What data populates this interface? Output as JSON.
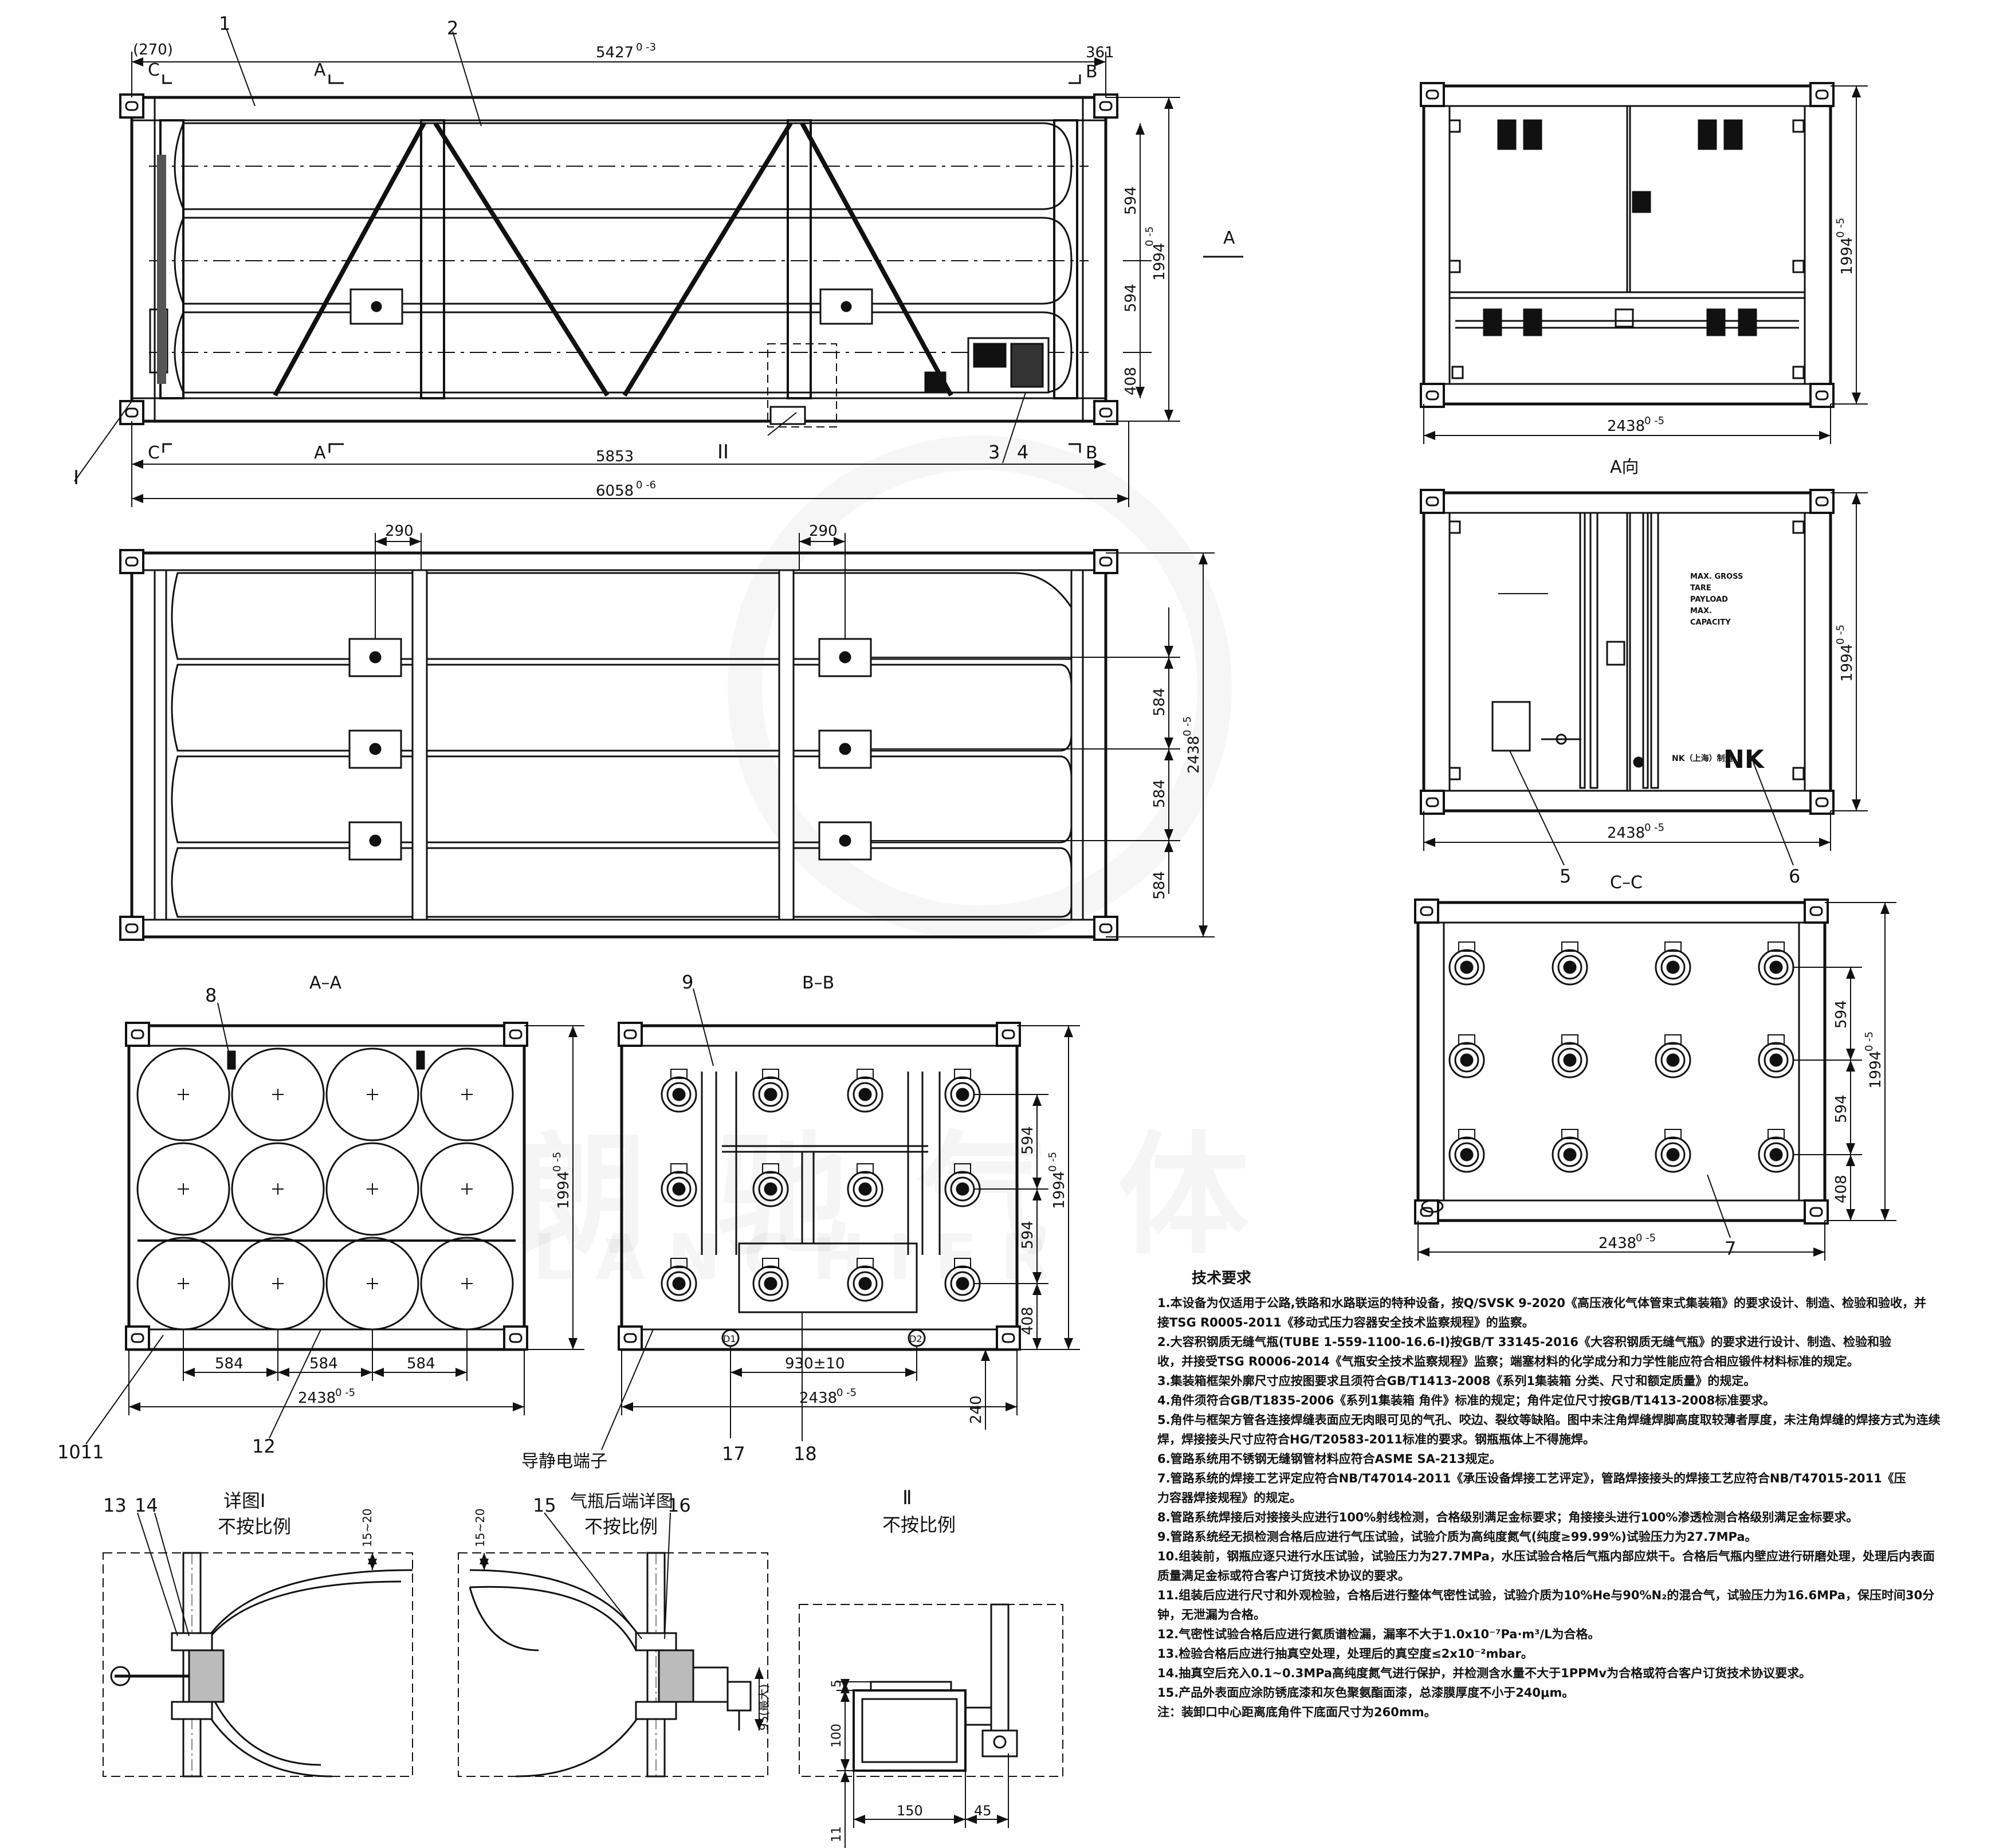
{
  "watermark": {
    "cn": "朗 驰 气 体",
    "en": "LANCHIER"
  },
  "view_top": {
    "dims": {
      "d270": "(270)",
      "d5427": "5427",
      "d5427_tol": "0 -3",
      "d361": "361",
      "d594a": "594",
      "d594b": "594",
      "d408": "408",
      "d1994": "1994",
      "d1994_tol": "0 -5",
      "d5853": "5853",
      "d6058": "6058",
      "d6058_tol": "0 -6"
    },
    "section_marks": {
      "c": "C",
      "a": "A",
      "b": "B",
      "dir_a": "A"
    },
    "balloons": {
      "b1": "1",
      "b2": "2",
      "b3": "3",
      "b4": "4",
      "bI": "I",
      "bII": "II"
    }
  },
  "view_plan": {
    "dims": {
      "d290a": "290",
      "d290b": "290",
      "d584a": "584",
      "d584b": "584",
      "d584c": "584",
      "d2438": "2438",
      "d2438_tol": "0 -5"
    }
  },
  "view_a_dir": {
    "caption": "A向",
    "dims": {
      "d1994": "1994",
      "d1994_tol": "0 -5",
      "d2438": "2438",
      "d2438_tol": "0 -5"
    }
  },
  "view_rear": {
    "plate_lines": [
      "MAX. GROSS",
      "TARE",
      "PAYLOAD",
      "MAX.",
      "CAPACITY"
    ],
    "brand": "NK",
    "maker": "NK（上海）制造",
    "dims": {
      "d1994": "1994",
      "d1994_tol": "0 -5",
      "d2438": "2438",
      "d2438_tol": "0 -5"
    },
    "balloons": {
      "b5": "5",
      "b6": "6"
    }
  },
  "view_cc": {
    "caption": "C–C",
    "dims": {
      "d594a": "594",
      "d594b": "594",
      "d408": "408",
      "d1994": "1994",
      "d1994_tol": "0 -5",
      "d2438": "2438",
      "d2438_tol": "0 -5"
    },
    "balloons": {
      "b7": "7"
    }
  },
  "view_aa": {
    "caption": "A–A",
    "dims": {
      "d584a": "584",
      "d584b": "584",
      "d584c": "584",
      "d2438": "2438",
      "d2438_tol": "0 -5",
      "d1994": "1994",
      "d1994_tol": "0 -5"
    },
    "balloons": {
      "b8": "8",
      "b1011": "1011",
      "b12": "12"
    }
  },
  "view_bb": {
    "caption": "B–B",
    "dims": {
      "d594a": "594",
      "d594b": "594",
      "d408": "408",
      "d1994": "1994",
      "d1994_tol": "0 -5",
      "d930": "930±10",
      "d2438": "2438",
      "d2438_tol": "0 -5",
      "d240": "240"
    },
    "labels": {
      "ground": "导静电端子",
      "d1": "D1",
      "d2": "D2"
    },
    "balloons": {
      "b9": "9",
      "b17": "17",
      "b18": "18"
    }
  },
  "detail_i": {
    "title": "详图Ⅰ",
    "scale": "不按比例",
    "dim": "15~20",
    "balloons": {
      "b13": "13",
      "b14": "14"
    }
  },
  "detail_rear": {
    "title": "气瓶后端详图",
    "scale": "不按比例",
    "dim": "15~20",
    "dim95": "95(最大)",
    "balloons": {
      "b15": "15",
      "b16": "16"
    }
  },
  "detail_ii": {
    "title": "Ⅱ",
    "scale": "不按比例",
    "dims": {
      "d5": "5",
      "d100": "100",
      "d11": "11",
      "d150": "150",
      "d45": "45"
    }
  },
  "tech": {
    "title": "技术要求",
    "items": [
      "1.本设备为仅适用于公路,铁路和水路联运的特种设备，按Q/SVSK 9-2020《高压液化气体管束式集装箱》的要求设计、制造、检验和验收，并",
      "   接TSG R0005-2011《移动式压力容器安全技术监察规程》的监察。",
      "2.大容积钢质无缝气瓶(TUBE 1-559-1100-16.6-Ⅰ)按GB/T 33145-2016《大容积钢质无缝气瓶》的要求进行设计、制造、检验和验",
      "   收，并接受TSG R0006-2014《气瓶安全技术监察规程》监察；端塞材料的化学成分和力学性能应符合相应锻件材料标准的规定。",
      "3.集装箱框架外廓尺寸应按图要求且须符合GB/T1413-2008《系列1集装箱 分类、尺寸和额定质量》的规定。",
      "4.角件须符合GB/T1835-2006《系列1集装箱 角件》标准的规定；角件定位尺寸按GB/T1413-2008标准要求。",
      "5.角件与框架方管各连接焊缝表面应无肉眼可见的气孔、咬边、裂纹等缺陷。图中未注角焊缝焊脚高度取较薄者厚度，未注角焊缝的焊接方式为连续",
      "   焊，焊接接头尺寸应符合HG/T20583-2011标准的要求。钢瓶瓶体上不得施焊。",
      "6.管路系统用不锈钢无缝钢管材料应符合ASME SA-213规定。",
      "7.管路系统的焊接工艺评定应符合NB/T47014-2011《承压设备焊接工艺评定》，管路焊接接头的焊接工艺应符合NB/T47015-2011《压",
      "   力容器焊接规程》的规定。",
      "8.管路系统焊接后对接接头应进行100%射线检测，合格级别满足金标要求；角接接头进行100%渗透检测合格级别满足金标要求。",
      "9.管路系统经无损检测合格后应进行气压试验，试验介质为高纯度氮气(纯度≥99.99%)试验压力为27.7MPa。",
      "10.组装前，钢瓶应逐只进行水压试验，试验压力为27.7MPa，水压试验合格后气瓶内部应烘干。合格后气瓶内壁应进行研磨处理，处理后内表面",
      "    质量满足金标或符合客户订货技术协议的要求。",
      "11.组装后应进行尺寸和外观检验，合格后进行整体气密性试验，试验介质为10%He与90%N₂的混合气，试验压力为16.6MPa，保压时间30分",
      "    钟，无泄漏为合格。",
      "12.气密性试验合格后应进行氦质谱检漏，漏率不大于1.0x10⁻⁷Pa·m³/L为合格。",
      "13.检验合格后应进行抽真空处理，处理后的真空度≤2x10⁻²mbar。",
      "14.抽真空后充入0.1~0.3MPa高纯度氮气进行保护，并检测含水量不大于1PPMv为合格或符合客户订货技术协议要求。",
      "15.产品外表面应涂防锈底漆和灰色聚氨酯面漆，总漆膜厚度不小于240μm。",
      "注：装卸口中心距离底角件下底面尺寸为260mm。"
    ]
  }
}
